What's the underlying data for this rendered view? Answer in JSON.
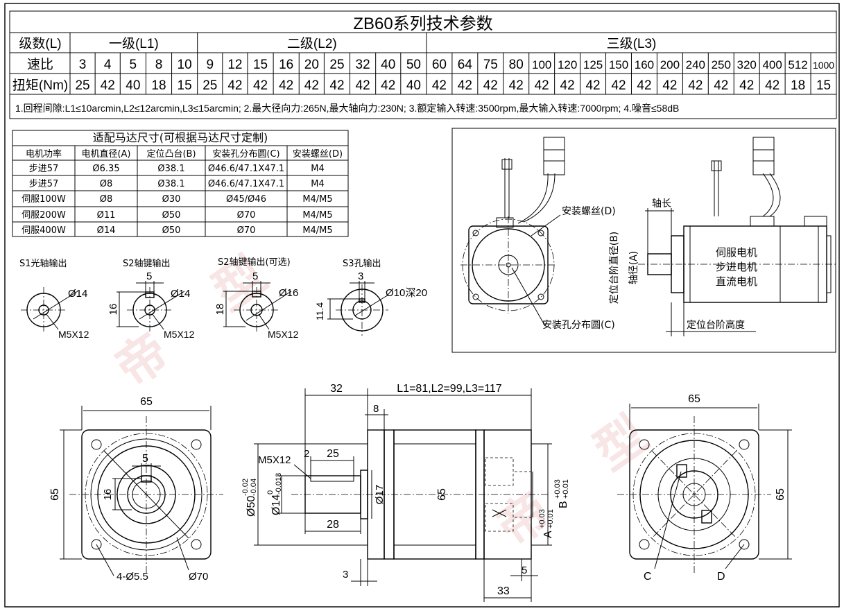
{
  "title": "ZB60系列技术参数",
  "spec_table": {
    "row_labels": [
      "级数(L)",
      "速比",
      "扭矩(Nm)"
    ],
    "stages": [
      {
        "label": "一级(L1)",
        "ratios": [
          "3",
          "4",
          "5",
          "8",
          "10"
        ],
        "torques": [
          "25",
          "42",
          "40",
          "18",
          "15"
        ]
      },
      {
        "label": "二级(L2)",
        "ratios": [
          "9",
          "12",
          "15",
          "16",
          "20",
          "25",
          "32",
          "40",
          "50"
        ],
        "torques": [
          "25",
          "42",
          "42",
          "42",
          "42",
          "42",
          "42",
          "42",
          "40"
        ]
      },
      {
        "label": "三级(L3)",
        "ratios": [
          "60",
          "64",
          "75",
          "80",
          "100",
          "120",
          "125",
          "150",
          "160",
          "200",
          "240",
          "250",
          "320",
          "400",
          "512",
          "1000"
        ],
        "torques": [
          "42",
          "42",
          "42",
          "42",
          "42",
          "42",
          "42",
          "42",
          "42",
          "42",
          "42",
          "42",
          "42",
          "42",
          "18",
          "15"
        ]
      }
    ],
    "note": "1.回程间隙:L1≤10arcmin,L2≤12arcmin,L3≤15arcmin; 2.最大径向力:265N,最大轴向力:230N; 3.额定输入转速:3500rpm,最大输入转速:7000rpm; 4.噪音≤58dB"
  },
  "motor_table": {
    "title": "适配马达尺寸(可根据马达尺寸定制)",
    "headers": [
      "电机功率",
      "电机直径(A)",
      "定位凸台(B)",
      "安装孔分布圆(C)",
      "安装螺丝(D)"
    ],
    "rows": [
      [
        "步进57",
        "Ø6.35",
        "Ø38.1",
        "Ø46.6/47.1X47.1",
        "M4"
      ],
      [
        "步进57",
        "Ø8",
        "Ø38.1",
        "Ø46.6/47.1X47.1",
        "M4"
      ],
      [
        "伺服100W",
        "Ø8",
        "Ø30",
        "Ø45/Ø46",
        "M4/M5"
      ],
      [
        "伺服200W",
        "Ø11",
        "Ø50",
        "Ø70",
        "M4/M5"
      ],
      [
        "伺服400W",
        "Ø14",
        "Ø50",
        "Ø70",
        "M4/M5"
      ]
    ]
  },
  "shaft_options": [
    {
      "label": "S1光轴输出",
      "dims": [
        "Ø14",
        "M5X12"
      ]
    },
    {
      "label": "S2轴键输出",
      "dims": [
        "5",
        "Ø14",
        "16",
        "M5X12"
      ]
    },
    {
      "label": "S2轴键输出(可选)",
      "dims": [
        "5",
        "Ø16",
        "18",
        "M5X12"
      ]
    },
    {
      "label": "S3孔输出",
      "dims": [
        "3",
        "Ø10深20",
        "11.4"
      ]
    }
  ],
  "motor_diagram": {
    "labels": [
      "安装螺丝(D)",
      "轴长",
      "定位台阶直径(B)",
      "轴径(A)",
      "伺服电机",
      "步进电机",
      "直流电机",
      "安装孔分布圆(C)",
      "定位台阶高度"
    ]
  },
  "front_view": {
    "dims": [
      "65",
      "65",
      "5",
      "16",
      "4-Ø5.5",
      "Ø70"
    ]
  },
  "side_view": {
    "length_label": "L1=81,L2=99,L3=117",
    "dims": [
      "32",
      "8",
      "M5X12",
      "2",
      "25",
      "Ø17",
      "28",
      "3",
      "65",
      "5",
      "33"
    ],
    "tol_dims": [
      {
        "base": "Ø50",
        "upper": "-0.02",
        "lower": "-0.04"
      },
      {
        "base": "Ø14",
        "upper": "0",
        "lower": "-0.013"
      },
      {
        "base": "B",
        "upper": "+0.03",
        "lower": "+0.01"
      },
      {
        "base": "A",
        "upper": "+0.03",
        "lower": "+0.01"
      }
    ]
  },
  "rear_view": {
    "dims": [
      "65",
      "65",
      "C",
      "D"
    ]
  }
}
